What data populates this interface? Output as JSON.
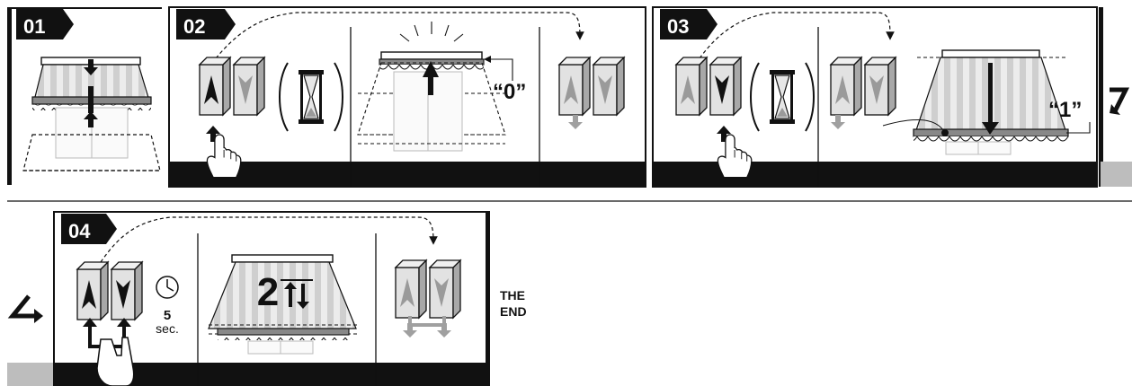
{
  "steps": [
    {
      "number": "01"
    },
    {
      "number": "02",
      "position_label": "“0”"
    },
    {
      "number": "03",
      "position_label": "“1”"
    },
    {
      "number": "04",
      "press_count": "2",
      "hold_seconds": "5",
      "hold_unit": "sec."
    }
  ],
  "ending": {
    "line1": "THE",
    "line2": "END"
  },
  "colors": {
    "frame": "#111111",
    "gray_bar": "#bdbdbd",
    "button_face": "#e2e2e2",
    "button_side": "#a8a8a8",
    "awning_stripe": "#cfcfcf",
    "awning_light": "#ececec"
  }
}
